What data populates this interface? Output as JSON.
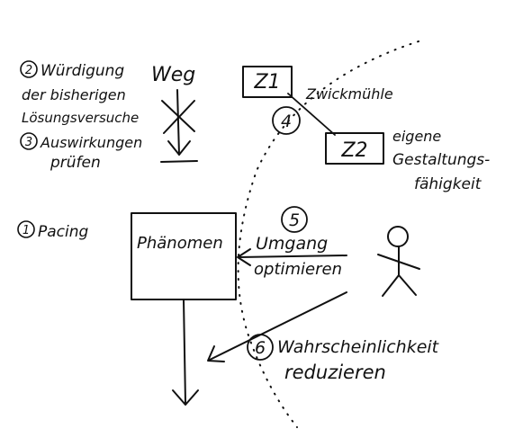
{
  "diagram": {
    "step2": {
      "num": "2",
      "line1": "Würdigung",
      "line2": "der bisherigen",
      "line3": "Lösungsversuche"
    },
    "step3": {
      "num": "3",
      "line1": "Auswirkungen",
      "line2": "prüfen"
    },
    "weg": "Weg",
    "step1": {
      "num": "1",
      "label": "Pacing"
    },
    "z1": "Z1",
    "z2": "Z2",
    "step4": {
      "num": "4"
    },
    "zwickmuehle": "Zwickmühle",
    "eigene": {
      "line1": "eigene",
      "line2": "Gestaltungs-",
      "line3": "fähigkeit"
    },
    "phaenomen": "Phänomen",
    "step5": {
      "num": "5",
      "line1": "Umgang",
      "line2": "optimieren"
    },
    "step6": {
      "num": "6",
      "line1": "Wahrscheinlichkeit",
      "line2": "reduzieren"
    }
  }
}
